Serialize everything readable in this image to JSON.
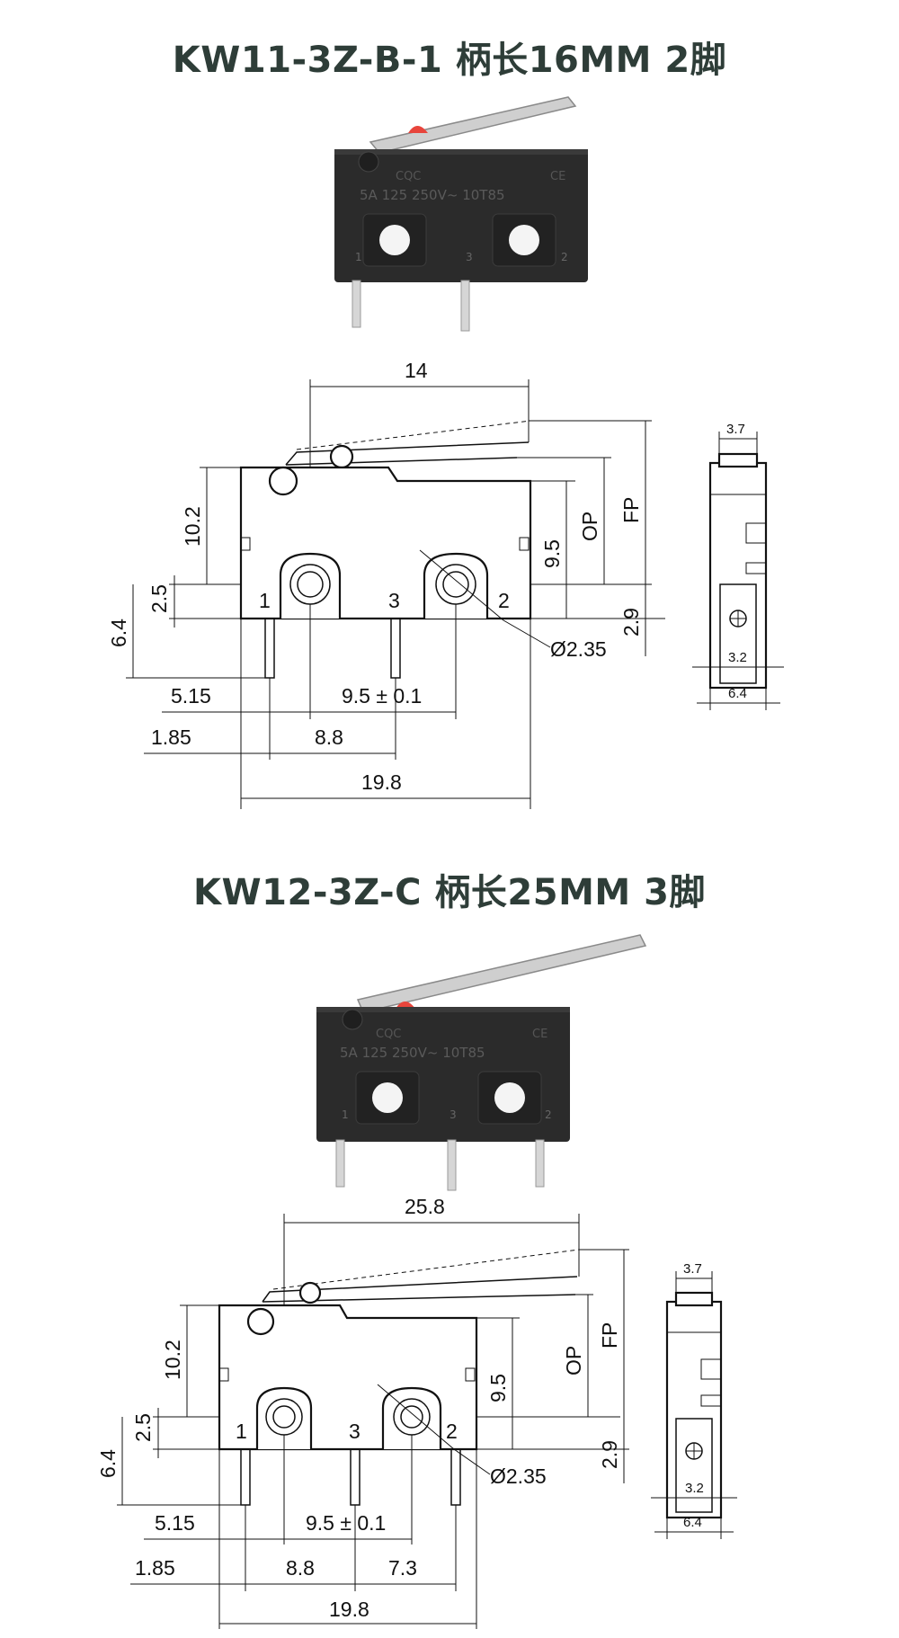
{
  "sections": [
    {
      "title": "KW11-3Z-B-1 柄长16MM 2脚",
      "photo": {
        "markings": "5A 125 250V~ 10T85",
        "pins": [
          "1",
          "3",
          "2"
        ]
      },
      "drawing": {
        "pins": [
          "1",
          "3",
          "2"
        ],
        "dims": {
          "lever_length": "14",
          "height": "10.2",
          "hole_offset": "2.5",
          "pin_length": "6.4",
          "hole_height": "9.5",
          "op": "OP",
          "fp": "FP",
          "bottom": "2.9",
          "hole_dia": "Ø2.35",
          "left_edge": "5.15",
          "hole_pitch": "9.5 ± 0.1",
          "pin_offset": "1.85",
          "pin_pitch": "8.8",
          "width": "19.8",
          "side_top": "3.7",
          "side_pin": "3.2",
          "side_width": "6.4"
        }
      }
    },
    {
      "title": "KW12-3Z-C 柄长25MM 3脚",
      "photo": {
        "markings": "5A 125 250V~ 10T85",
        "pins": [
          "1",
          "3",
          "2"
        ]
      },
      "drawing": {
        "pins": [
          "1",
          "3",
          "2"
        ],
        "dims": {
          "lever_length": "25.8",
          "height": "10.2",
          "hole_offset": "2.5",
          "pin_length": "6.4",
          "hole_height": "9.5",
          "op": "OP",
          "fp": "FP",
          "bottom": "2.9",
          "hole_dia": "Ø2.35",
          "left_edge": "5.15",
          "hole_pitch": "9.5 ± 0.1",
          "pin_offset": "1.85",
          "pin_pitch": "8.8",
          "pin_pitch2": "7.3",
          "width": "19.8",
          "side_top": "3.7",
          "side_pin": "3.2",
          "side_width": "6.4"
        }
      }
    }
  ],
  "colors": {
    "title": "#2e3d38",
    "switch_body": "#2a2a2a",
    "actuator": "#e8453c",
    "lever": "#c9c9c9"
  }
}
